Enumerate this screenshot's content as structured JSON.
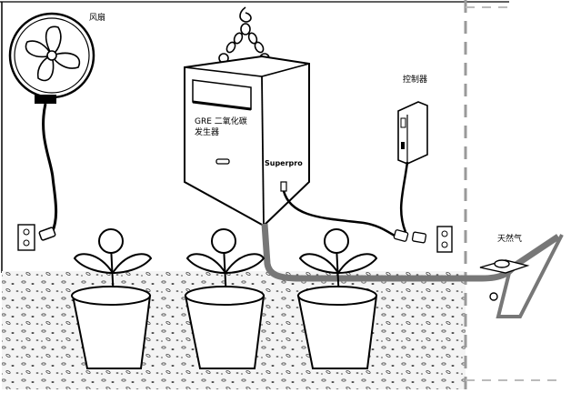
{
  "labels": {
    "fan": "风扇",
    "generator_line1": "GRE 二氧化碳",
    "generator_line2": "发生器",
    "brand": "Superpro",
    "controller": "控制器",
    "gas": "天然气"
  },
  "colors": {
    "line": "#000000",
    "pipe": "#777777",
    "ground_fill": "#f3f3f3",
    "wall_dash": "#9a9a9a"
  }
}
